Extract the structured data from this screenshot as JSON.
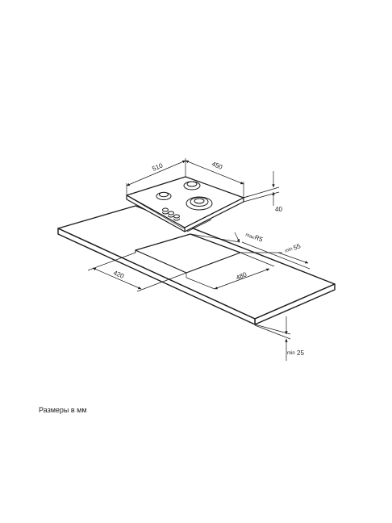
{
  "dimensions": {
    "hob_width": "510",
    "hob_depth": "450",
    "hob_height": "40",
    "radius_prefix": "max",
    "radius_value": "R5",
    "clearance_wall_prefix": "min",
    "clearance_wall_value": "55",
    "cutout_width": "480",
    "cutout_depth": "420",
    "clearance_below_prefix": "min",
    "clearance_below_value": "25"
  },
  "caption": "Размеры в мм"
}
